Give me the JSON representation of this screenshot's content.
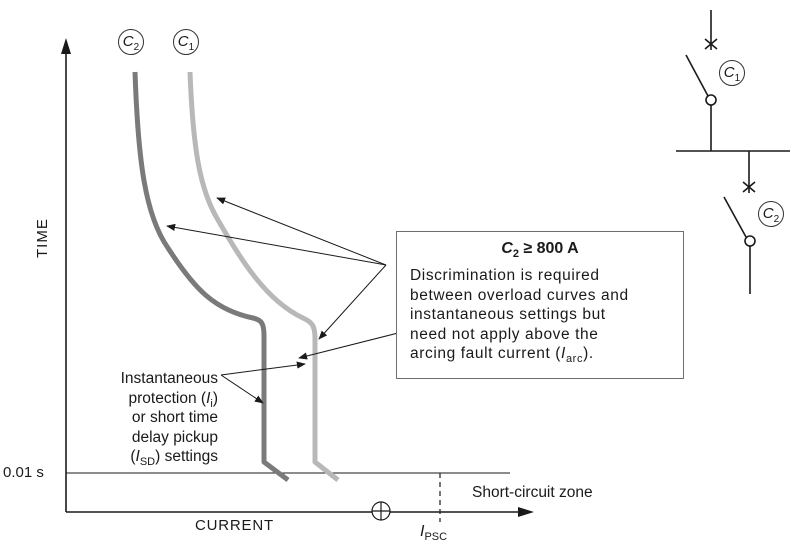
{
  "axes": {
    "y_label": "TIME",
    "x_label": "CURRENT",
    "y_tick": "0.01 s"
  },
  "markers": {
    "c1": {
      "letter": "C",
      "sub": "1"
    },
    "c2": {
      "letter": "C",
      "sub": "2"
    }
  },
  "zones": {
    "short_circuit": "Short-circuit zone"
  },
  "psc": {
    "letter": "I",
    "sub": "PSC"
  },
  "callout": {
    "title_letter": "C",
    "title_sub": "2",
    "title_rest": " ≥ 800 A",
    "line1": "Discrimination is required",
    "line2": "between overload curves and",
    "line3": "instantaneous settings but",
    "line4": "need not apply above the",
    "line5_pre": "arcing fault current (",
    "line5_letter": "I",
    "line5_sub": "arc",
    "line5_post": ")."
  },
  "instantaneous": {
    "line1": "Instantaneous",
    "line2_pre": "protection (",
    "line2_letter": "I",
    "line2_sub": "i",
    "line2_post": ")",
    "line3": "or short time",
    "line4": "delay pickup",
    "line5_pre": "(",
    "line5_letter": "I",
    "line5_sub": "SD",
    "line5_post": ") settings"
  },
  "colors": {
    "curve_c2": "#7a7a7a",
    "curve_c1": "#b8b8b8",
    "line": "#1a1a1a"
  }
}
